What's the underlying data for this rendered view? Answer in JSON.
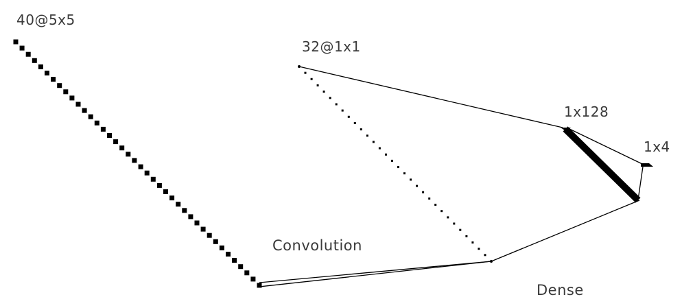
{
  "layers": {
    "input": {
      "label": "40@5x5",
      "count": 40
    },
    "conv": {
      "label": "32@1x1",
      "count": 32
    },
    "dense1": {
      "label": "1x128"
    },
    "dense2": {
      "label": "1x4"
    }
  },
  "operations": {
    "convolution": "Convolution",
    "dense": "Dense"
  },
  "colors": {
    "ink": "#000000",
    "text": "#3a3a3a",
    "background": "#ffffff"
  }
}
